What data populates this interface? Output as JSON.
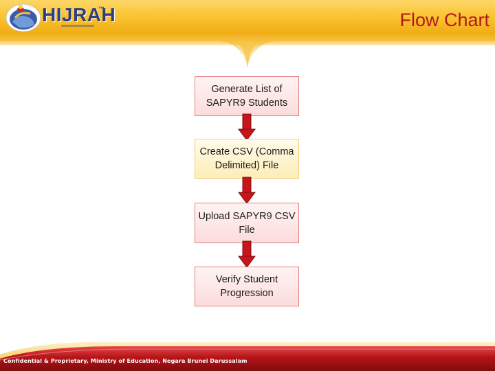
{
  "header": {
    "logo_text": "HIJRAH",
    "logo_mark": "™",
    "title": "Flow Chart"
  },
  "flowchart": {
    "steps": [
      {
        "label": "Generate List of SAPYR9 Students",
        "style": "pink"
      },
      {
        "label": "Create CSV (Comma Delimited) File",
        "style": "yellow"
      },
      {
        "label": "Upload SAPYR9 CSV File",
        "style": "pink"
      },
      {
        "label": "Verify Student Progression",
        "style": "pink"
      }
    ],
    "arrow_color": "#c8151b"
  },
  "footer": {
    "text": "Confidential & Proprietary, Ministry of Education, Negara Brunei Darussalam"
  },
  "colors": {
    "accent_gold": "#f4b823",
    "title_red": "#b3181e",
    "footer_red": "#b41418"
  }
}
